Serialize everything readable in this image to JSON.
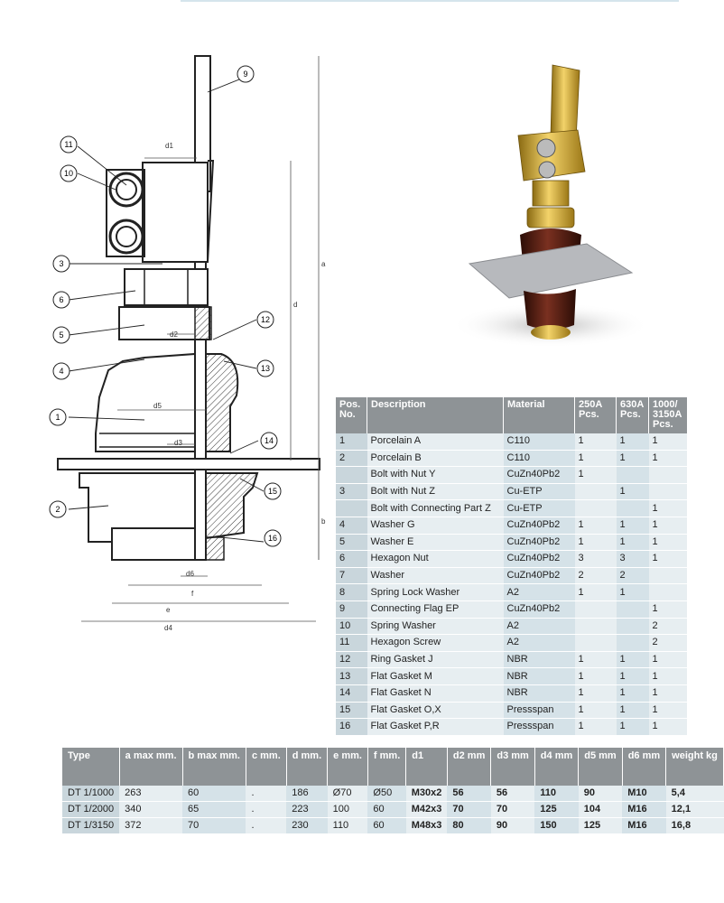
{
  "drawing": {
    "callouts": [
      "1",
      "2",
      "3",
      "4",
      "5",
      "6",
      "9",
      "10",
      "11",
      "12",
      "13",
      "14",
      "15",
      "16"
    ],
    "dim_labels": {
      "a": "a",
      "b": "b",
      "d": "d",
      "d1": "d1",
      "d2": "d2",
      "d3": "d3",
      "d4": "d4",
      "d5": "d5",
      "d6": "d6",
      "e": "e",
      "f": "f"
    }
  },
  "parts_table": {
    "headers": {
      "pos": "Pos. No.",
      "description": "Description",
      "material": "Material",
      "q250": "250A Pcs.",
      "q630": "630A Pcs.",
      "q1000": "1000/ 3150A Pcs."
    },
    "rows": [
      {
        "pos": "1",
        "desc": "Porcelain A",
        "mat": "C110",
        "q1": "1",
        "q2": "1",
        "q3": "1"
      },
      {
        "pos": "2",
        "desc": "Porcelain B",
        "mat": "C110",
        "q1": "1",
        "q2": "1",
        "q3": "1"
      },
      {
        "pos": "",
        "desc": "Bolt with Nut Y",
        "mat": "CuZn40Pb2",
        "q1": "1",
        "q2": "",
        "q3": ""
      },
      {
        "pos": "3",
        "desc": "Bolt with Nut Z",
        "mat": "Cu-ETP",
        "q1": "",
        "q2": "1",
        "q3": ""
      },
      {
        "pos": "",
        "desc": "Bolt with Connecting Part Z",
        "mat": "Cu-ETP",
        "q1": "",
        "q2": "",
        "q3": "1"
      },
      {
        "pos": "4",
        "desc": "Washer G",
        "mat": "CuZn40Pb2",
        "q1": "1",
        "q2": "1",
        "q3": "1"
      },
      {
        "pos": "5",
        "desc": "Washer E",
        "mat": "CuZn40Pb2",
        "q1": "1",
        "q2": "1",
        "q3": "1"
      },
      {
        "pos": "6",
        "desc": "Hexagon Nut",
        "mat": "CuZn40Pb2",
        "q1": "3",
        "q2": "3",
        "q3": "1"
      },
      {
        "pos": "7",
        "desc": "Washer",
        "mat": "CuZn40Pb2",
        "q1": "2",
        "q2": "2",
        "q3": ""
      },
      {
        "pos": "8",
        "desc": "Spring Lock Washer",
        "mat": "A2",
        "q1": "1",
        "q2": "1",
        "q3": ""
      },
      {
        "pos": "9",
        "desc": "Connecting Flag EP",
        "mat": "CuZn40Pb2",
        "q1": "",
        "q2": "",
        "q3": "1"
      },
      {
        "pos": "10",
        "desc": "Spring  Washer",
        "mat": "A2",
        "q1": "",
        "q2": "",
        "q3": "2"
      },
      {
        "pos": "11",
        "desc": "Hexagon Screw",
        "mat": "A2",
        "q1": "",
        "q2": "",
        "q3": "2"
      },
      {
        "pos": "12",
        "desc": "Ring Gasket J",
        "mat": "NBR",
        "q1": "1",
        "q2": "1",
        "q3": "1"
      },
      {
        "pos": "13",
        "desc": "Flat Gasket M",
        "mat": "NBR",
        "q1": "1",
        "q2": "1",
        "q3": "1"
      },
      {
        "pos": "14",
        "desc": "Flat Gasket N",
        "mat": "NBR",
        "q1": "1",
        "q2": "1",
        "q3": "1"
      },
      {
        "pos": "15",
        "desc": "Flat Gasket O,X",
        "mat": "Pressspan",
        "q1": "1",
        "q2": "1",
        "q3": "1"
      },
      {
        "pos": "16",
        "desc": "Flat Gasket P,R",
        "mat": "Pressspan",
        "q1": "1",
        "q2": "1",
        "q3": "1"
      }
    ]
  },
  "dims_table": {
    "headers": [
      "Type",
      "a max mm.",
      "b max mm.",
      "c mm.",
      "d mm.",
      "e mm.",
      "f mm.",
      "d1",
      "d2 mm",
      "d3 mm",
      "d4 mm",
      "d5 mm",
      "d6 mm",
      "weight kg"
    ],
    "rows": [
      [
        "DT 1/1000",
        "263",
        "60",
        ".",
        "186",
        "Ø70",
        "Ø50",
        "M30x2",
        "56",
        "56",
        "110",
        "90",
        "M10",
        "5,4"
      ],
      [
        "DT 1/2000",
        "340",
        "65",
        ".",
        "223",
        "100",
        "60",
        "M42x3",
        "70",
        "70",
        "125",
        "104",
        "M16",
        "12,1"
      ],
      [
        "DT 1/3150",
        "372",
        "70",
        ".",
        "230",
        "110",
        "60",
        "M48x3",
        "80",
        "90",
        "150",
        "125",
        "M16",
        "16,8"
      ]
    ]
  },
  "colors": {
    "header": "#8e9396",
    "cell_light": "#e7eef1",
    "cell_mid": "#d5e2e8",
    "cell_pos": "#c9d6dc",
    "brass": "#c9a227",
    "porcelain": "#5a1f12"
  }
}
